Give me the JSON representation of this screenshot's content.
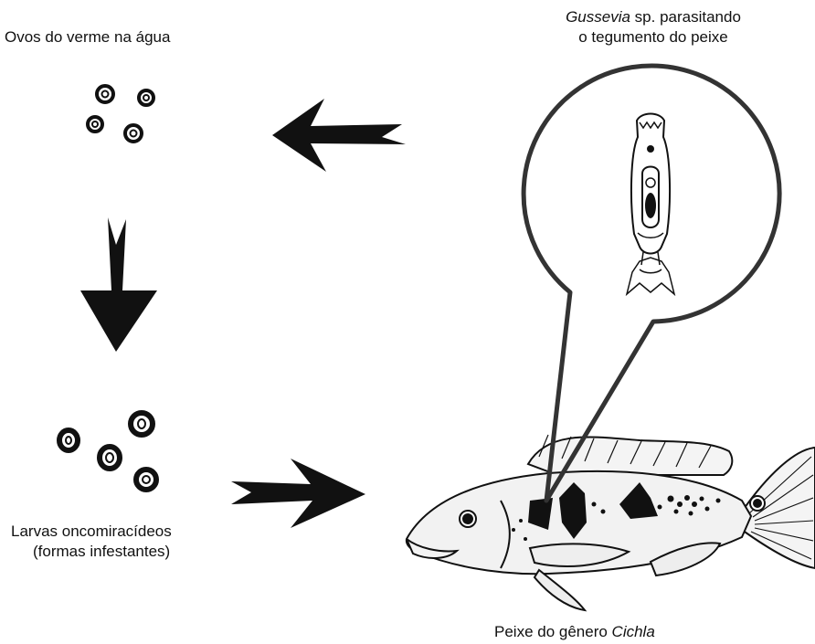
{
  "labels": {
    "eggs": "Ovos do verme na água",
    "larvae_line1": "Larvas oncomiracídeos",
    "larvae_line2": "(formas infestantes)",
    "parasite_genus": "Gussevia",
    "parasite_rest": " sp. parasitando",
    "parasite_line2": "o tegumento do peixe",
    "fish_prefix": "Peixe do gênero ",
    "fish_genus": "Cichla"
  },
  "colors": {
    "ink": "#111111",
    "fish_body": "#f2f2f2",
    "background": "#ffffff"
  },
  "icons": [
    "egg-icon",
    "larva-icon",
    "arrow-icon",
    "parasite-worm-icon",
    "fish-icon"
  ]
}
